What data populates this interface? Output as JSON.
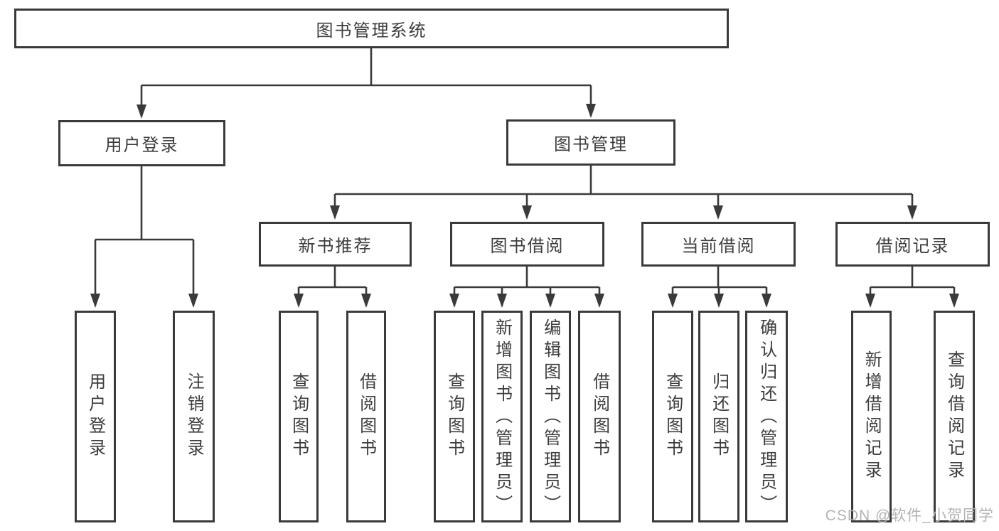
{
  "colors": {
    "line": "#3a3a3a",
    "text": "#3d3d3d",
    "watermark": "#b3b3b3",
    "background": "#ffffff"
  },
  "watermark": "CSDN @软件_小贺同学",
  "tree": {
    "root": {
      "label": "图书管理系统",
      "children": [
        {
          "label": "用户登录",
          "children": [
            {
              "label": "用户登录"
            },
            {
              "label": "注销登录"
            }
          ]
        },
        {
          "label": "图书管理",
          "children": [
            {
              "label": "新书推荐",
              "children": [
                {
                  "label": "查询图书"
                },
                {
                  "label": "借阅图书"
                }
              ]
            },
            {
              "label": "图书借阅",
              "children": [
                {
                  "label": "查询图书"
                },
                {
                  "label": "新增图书（管理员）"
                },
                {
                  "label": "编辑图书（管理员）"
                },
                {
                  "label": "借阅图书"
                }
              ]
            },
            {
              "label": "当前借阅",
              "children": [
                {
                  "label": "查询图书"
                },
                {
                  "label": "归还图书"
                },
                {
                  "label": "确认归还（管理员）"
                }
              ]
            },
            {
              "label": "借阅记录",
              "children": [
                {
                  "label": "新增借阅记录"
                },
                {
                  "label": "查询借阅记录"
                }
              ]
            }
          ]
        }
      ]
    }
  }
}
